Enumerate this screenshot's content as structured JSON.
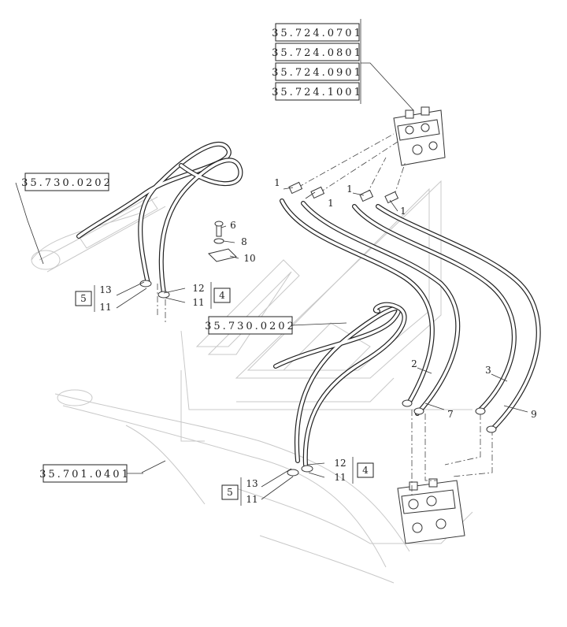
{
  "references": {
    "r1": "35.724.0701",
    "r2": "35.724.0801",
    "r3": "35.724.0901",
    "r4": "35.724.1001",
    "r5": "35.730.0202",
    "r6": "35.730.0202",
    "r7": "35.701.0401"
  },
  "callouts": {
    "c1a": "1",
    "c1b": "1",
    "c1c": "1",
    "c1d": "1",
    "c2": "2",
    "c3": "3",
    "c6": "6",
    "c8": "8",
    "c10": "10",
    "c7": "7",
    "c9": "9",
    "kitA_box": "5",
    "kitA_13": "13",
    "kitA_11": "11",
    "kitB_12": "12",
    "kitB_11": "11",
    "kitB_box": "4",
    "kitC_box": "5",
    "kitC_13": "13",
    "kitC_11": "11",
    "kitD_12": "12",
    "kitD_11": "11",
    "kitD_box": "4"
  }
}
